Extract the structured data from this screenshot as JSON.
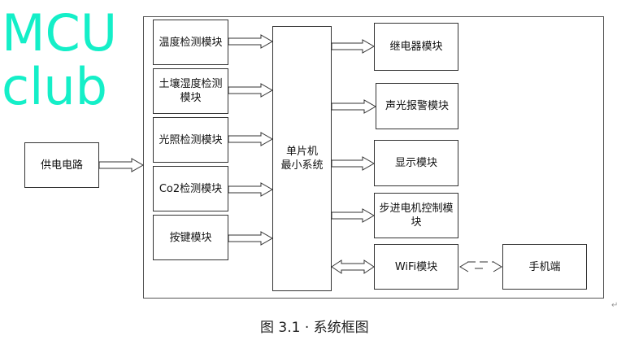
{
  "watermark": "MCUclub",
  "power": "供电电路",
  "inputs": [
    "温度检测模块",
    "土壤湿度检测模块",
    "光照检测模块",
    "Co2检测模块",
    "按键模块"
  ],
  "mcu": [
    "单片机",
    "最小系统"
  ],
  "outputs": [
    "继电器模块",
    "声光报警模块",
    "显示模块",
    "步进电机控制模块",
    "WiFi模块"
  ],
  "phone": "手机端",
  "caption": "图 3.1 · 系统框图",
  "paragraph_mark": "↵",
  "colors": {
    "watermark": "#14efc8",
    "line": "#333333"
  }
}
